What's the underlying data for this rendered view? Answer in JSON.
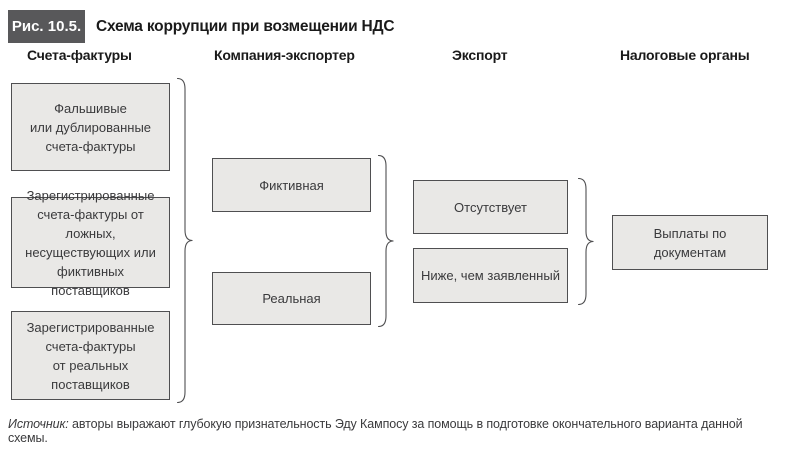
{
  "figure": {
    "badge_label": "Рис. 10.5.",
    "title": "Схема коррупции при возмещении НДС"
  },
  "colors": {
    "badge_bg": "#58585a",
    "box_fill": "#e9e8e6",
    "box_border": "#4f4f51",
    "text": "#2b2b2b"
  },
  "columns": [
    {
      "header": "Счета-фактуры",
      "boxes": [
        "Фальшивые\nили дублированные\nсчета-фактуры",
        "Зарегистрированные\nсчета-фактуры от ложных,\nнесуществующих или\nфиктивных поставщиков",
        "Зарегистрированные\nсчета-фактуры\nот реальных поставщиков"
      ]
    },
    {
      "header": "Компания-экспортер",
      "boxes": [
        "Фиктивная",
        "Реальная"
      ]
    },
    {
      "header": "Экспорт",
      "boxes": [
        "Отсутствует",
        "Ниже, чем заявленный"
      ]
    },
    {
      "header": "Налоговые органы",
      "boxes": [
        "Выплаты по документам"
      ]
    }
  ],
  "source": {
    "label": "Источник:",
    "text": "авторы выражают глубокую признательность Эду Кампосу за помощь в подготовке окончательного варианта данной схемы."
  }
}
